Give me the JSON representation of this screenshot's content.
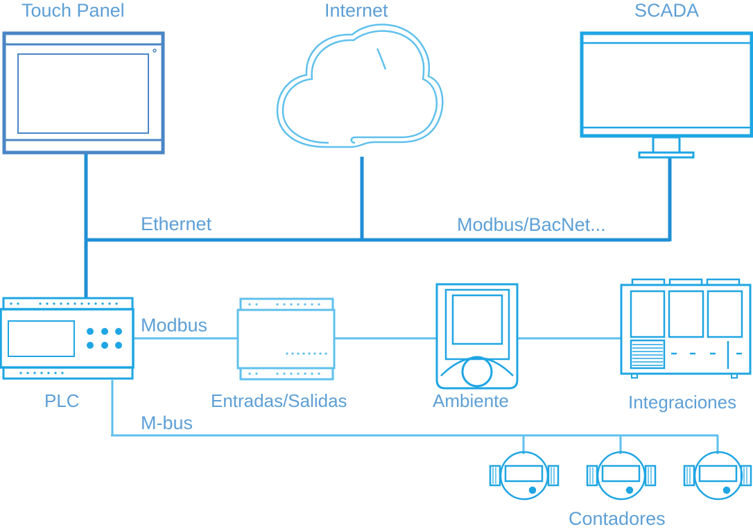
{
  "colors": {
    "dark_blue": "#4a86c5",
    "bright_blue": "#1ea5e3",
    "light_blue": "#5fc0ec",
    "label": "#5d9fd6"
  },
  "labels": {
    "touch_panel": "Touch Panel",
    "internet": "Internet",
    "scada": "SCADA",
    "ethernet": "Ethernet",
    "modbus_bacnet": "Modbus/BacNet...",
    "modbus": "Modbus",
    "plc": "PLC",
    "io": "Entradas/Salidas",
    "ambiente": "Ambiente",
    "integraciones": "Integraciones",
    "mbus": "M-bus",
    "contadores": "Contadores"
  },
  "icons": {
    "touch_panel": "touch-panel-icon",
    "internet": "cloud-icon",
    "scada": "monitor-icon",
    "plc": "plc-icon",
    "io": "io-module-icon",
    "ambiente": "thermostat-icon",
    "integraciones": "hvac-unit-icon",
    "meter": "meter-icon"
  }
}
